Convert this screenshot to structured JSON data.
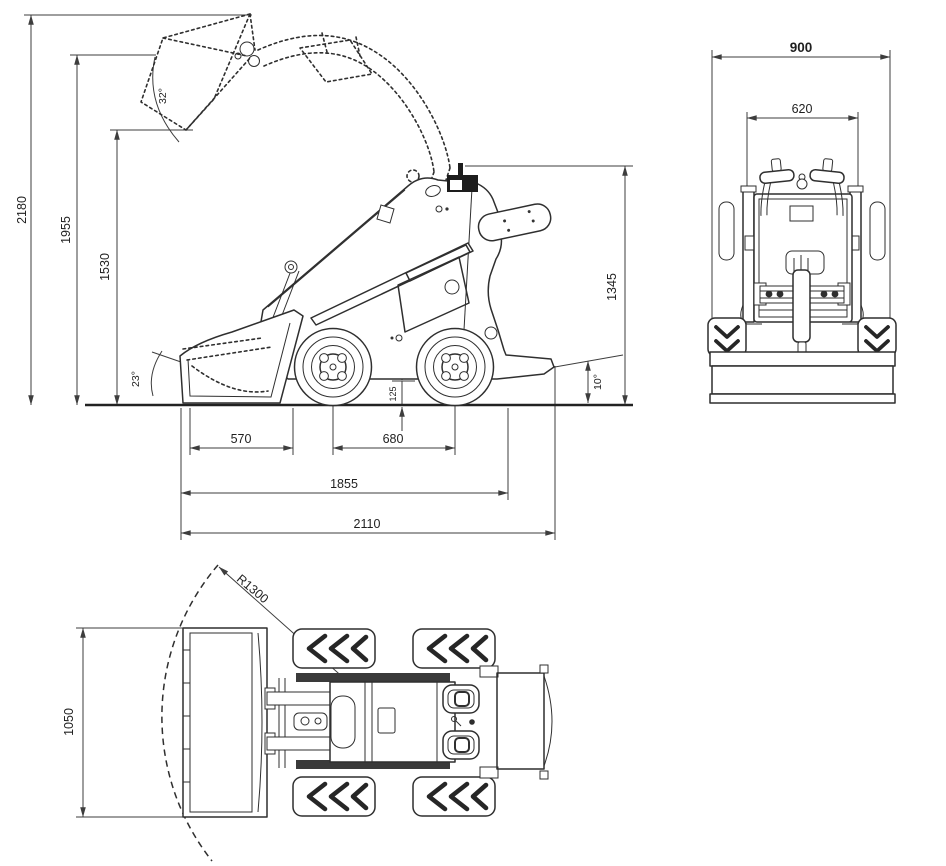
{
  "side": {
    "max_lift_height": "2180",
    "hinge_pin_height": "1955",
    "dump_height": "1530",
    "machine_height": "1345",
    "rollback_angle": "32°",
    "dump_angle": "23°",
    "departure_angle": "10°",
    "ground_clearance": "125",
    "bucket_to_wheel": "570",
    "wheelbase": "680",
    "body_length": "1855",
    "overall_length": "2110"
  },
  "rear": {
    "overall_width": "900",
    "inner_width": "620"
  },
  "top": {
    "bucket_width": "1050",
    "turning_radius": "R1300"
  }
}
